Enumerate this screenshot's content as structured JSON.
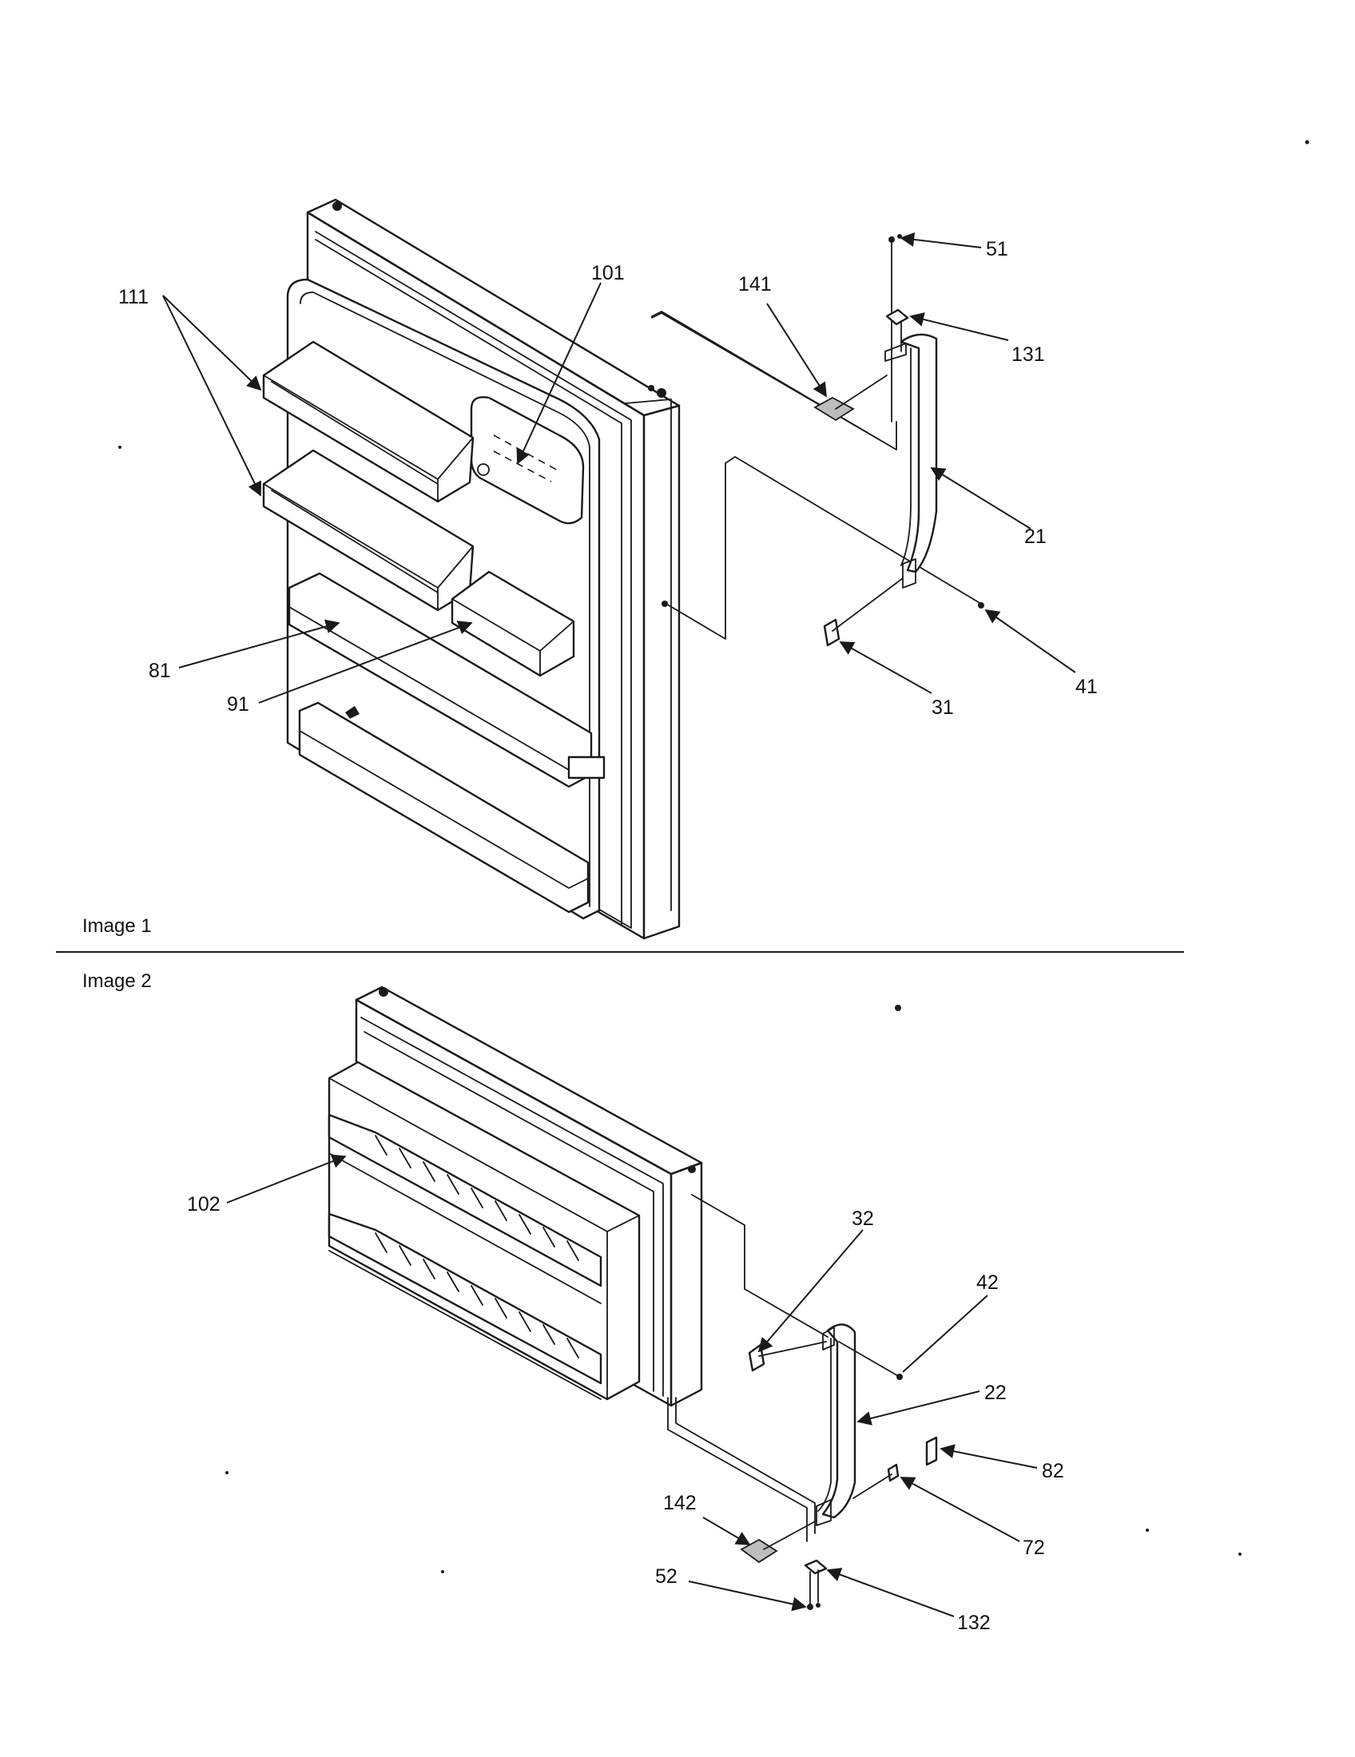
{
  "sections": [
    {
      "label": "Image 1"
    },
    {
      "label": "Image 2"
    }
  ],
  "callouts": {
    "c101": "101",
    "c141": "141",
    "c51": "51",
    "c131": "131",
    "c111": "111",
    "c21": "21",
    "c81": "81",
    "c91": "91",
    "c31": "31",
    "c41": "41",
    "c102": "102",
    "c32": "32",
    "c42": "42",
    "c22": "22",
    "c82": "82",
    "c142": "142",
    "c72": "72",
    "c52": "52",
    "c132": "132"
  },
  "colors": {
    "ink": "#1a1a1a",
    "paper": "#ffffff",
    "shade": "#bdbdbd"
  }
}
